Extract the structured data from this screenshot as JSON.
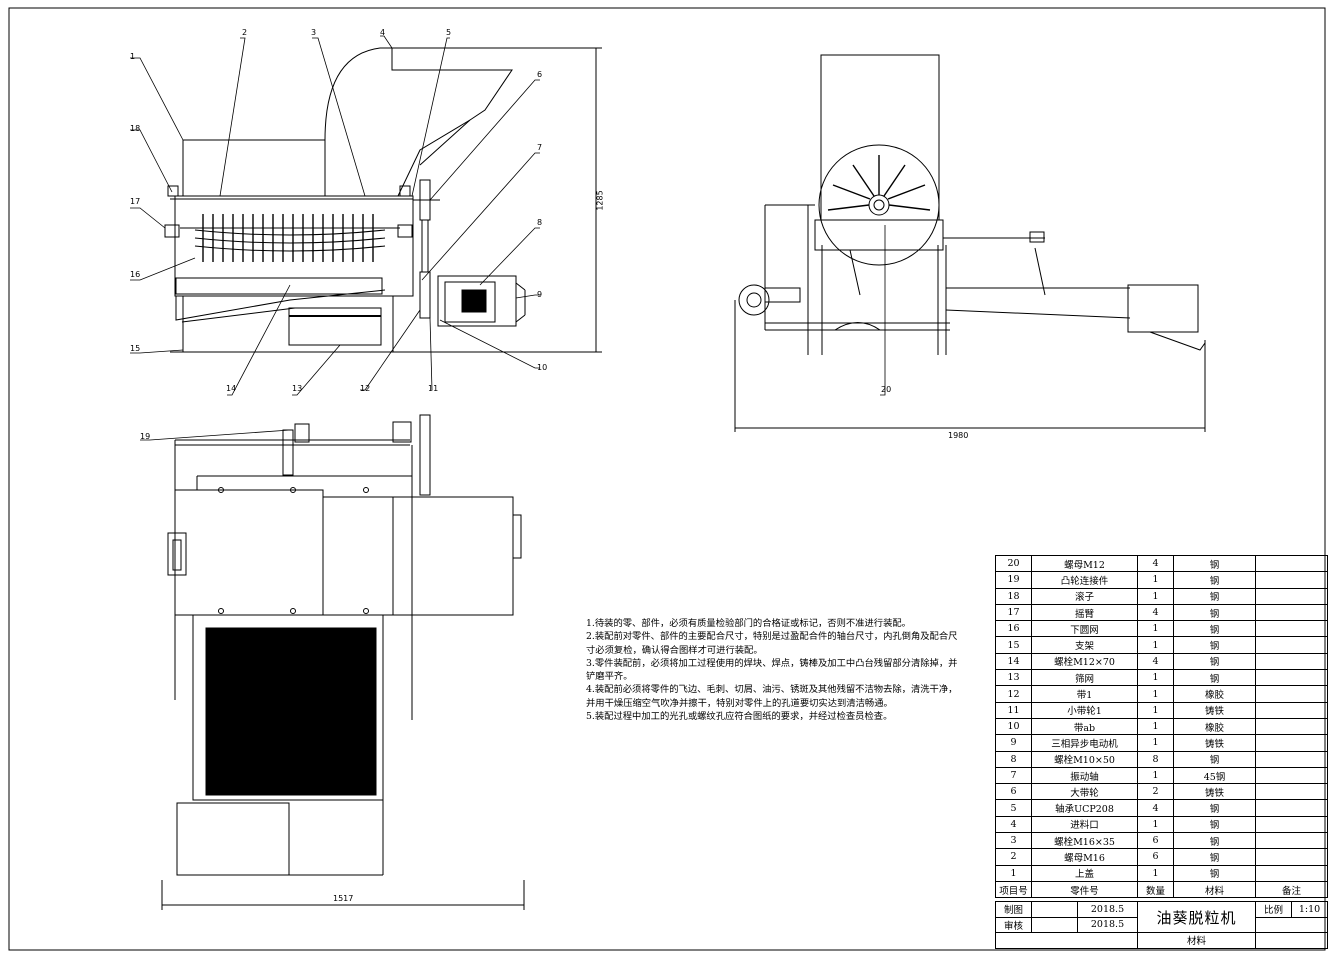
{
  "callouts": [
    "1",
    "2",
    "3",
    "4",
    "5",
    "6",
    "7",
    "8",
    "9",
    "10",
    "11",
    "12",
    "13",
    "14",
    "15",
    "16",
    "17",
    "18",
    "19",
    "20"
  ],
  "dimensions": {
    "height": "1285",
    "width_front": "1517",
    "width_side": "1980"
  },
  "notes": [
    "1.待装的零、部件，必须有质量检验部门的合格证或标记，否则不准进行装配。",
    "2.装配前对零件、部件的主要配合尺寸，特别是过盈配合件的轴台尺寸，内孔倒角及配合尺寸必须复检，确认得合图样才可进行装配。",
    "3.零件装配前，必须将加工过程使用的焊块、焊点，铸棒及加工中凸台残留部分清除掉，并铲磨平齐。",
    "4.装配前必须将零件的飞边、毛刺、切屑、油污、锈斑及其他残留不洁物去除，清洗干净，并用干燥压缩空气吹净并擦干，特别对零件上的孔道要切实达到清洁畅通。",
    "5.装配过程中加工的光孔或螺纹孔应符合图纸的要求，并经过检查员检查。"
  ],
  "bom": {
    "rows": [
      {
        "no": "20",
        "name": "螺母M12",
        "qty": "4",
        "material": "钢",
        "note": ""
      },
      {
        "no": "19",
        "name": "凸轮连接件",
        "qty": "1",
        "material": "钢",
        "note": ""
      },
      {
        "no": "18",
        "name": "滚子",
        "qty": "1",
        "material": "钢",
        "note": ""
      },
      {
        "no": "17",
        "name": "摇臂",
        "qty": "4",
        "material": "钢",
        "note": ""
      },
      {
        "no": "16",
        "name": "下圆网",
        "qty": "1",
        "material": "钢",
        "note": ""
      },
      {
        "no": "15",
        "name": "支架",
        "qty": "1",
        "material": "钢",
        "note": ""
      },
      {
        "no": "14",
        "name": "螺栓M12×70",
        "qty": "4",
        "material": "钢",
        "note": ""
      },
      {
        "no": "13",
        "name": "筛网",
        "qty": "1",
        "material": "钢",
        "note": ""
      },
      {
        "no": "12",
        "name": "带1",
        "qty": "1",
        "material": "橡胶",
        "note": ""
      },
      {
        "no": "11",
        "name": "小带轮1",
        "qty": "1",
        "material": "铸铁",
        "note": ""
      },
      {
        "no": "10",
        "name": "带ab",
        "qty": "1",
        "material": "橡胶",
        "note": ""
      },
      {
        "no": "9",
        "name": "三相异步电动机",
        "qty": "1",
        "material": "铸铁",
        "note": ""
      },
      {
        "no": "8",
        "name": "螺栓M10×50",
        "qty": "8",
        "material": "钢",
        "note": ""
      },
      {
        "no": "7",
        "name": "振动轴",
        "qty": "1",
        "material": "45钢",
        "note": ""
      },
      {
        "no": "6",
        "name": "大带轮",
        "qty": "2",
        "material": "铸铁",
        "note": ""
      },
      {
        "no": "5",
        "name": "轴承UCP208",
        "qty": "4",
        "material": "钢",
        "note": ""
      },
      {
        "no": "4",
        "name": "进料口",
        "qty": "1",
        "material": "钢",
        "note": ""
      },
      {
        "no": "3",
        "name": "螺栓M16×35",
        "qty": "6",
        "material": "钢",
        "note": ""
      },
      {
        "no": "2",
        "name": "螺母M16",
        "qty": "6",
        "material": "钢",
        "note": ""
      },
      {
        "no": "1",
        "name": "上盖",
        "qty": "1",
        "material": "钢",
        "note": ""
      }
    ],
    "header": {
      "no": "项目号",
      "name": "零件号",
      "qty": "数量",
      "material": "材料",
      "note": "备注"
    }
  },
  "title_block": {
    "drawn_label": "制图",
    "drawn_date": "2018.5",
    "checked_label": "审核",
    "checked_date": "2018.5",
    "title": "油葵脱粒机",
    "scale_label": "比例",
    "scale_value": "1:10",
    "material_label": "材料"
  }
}
